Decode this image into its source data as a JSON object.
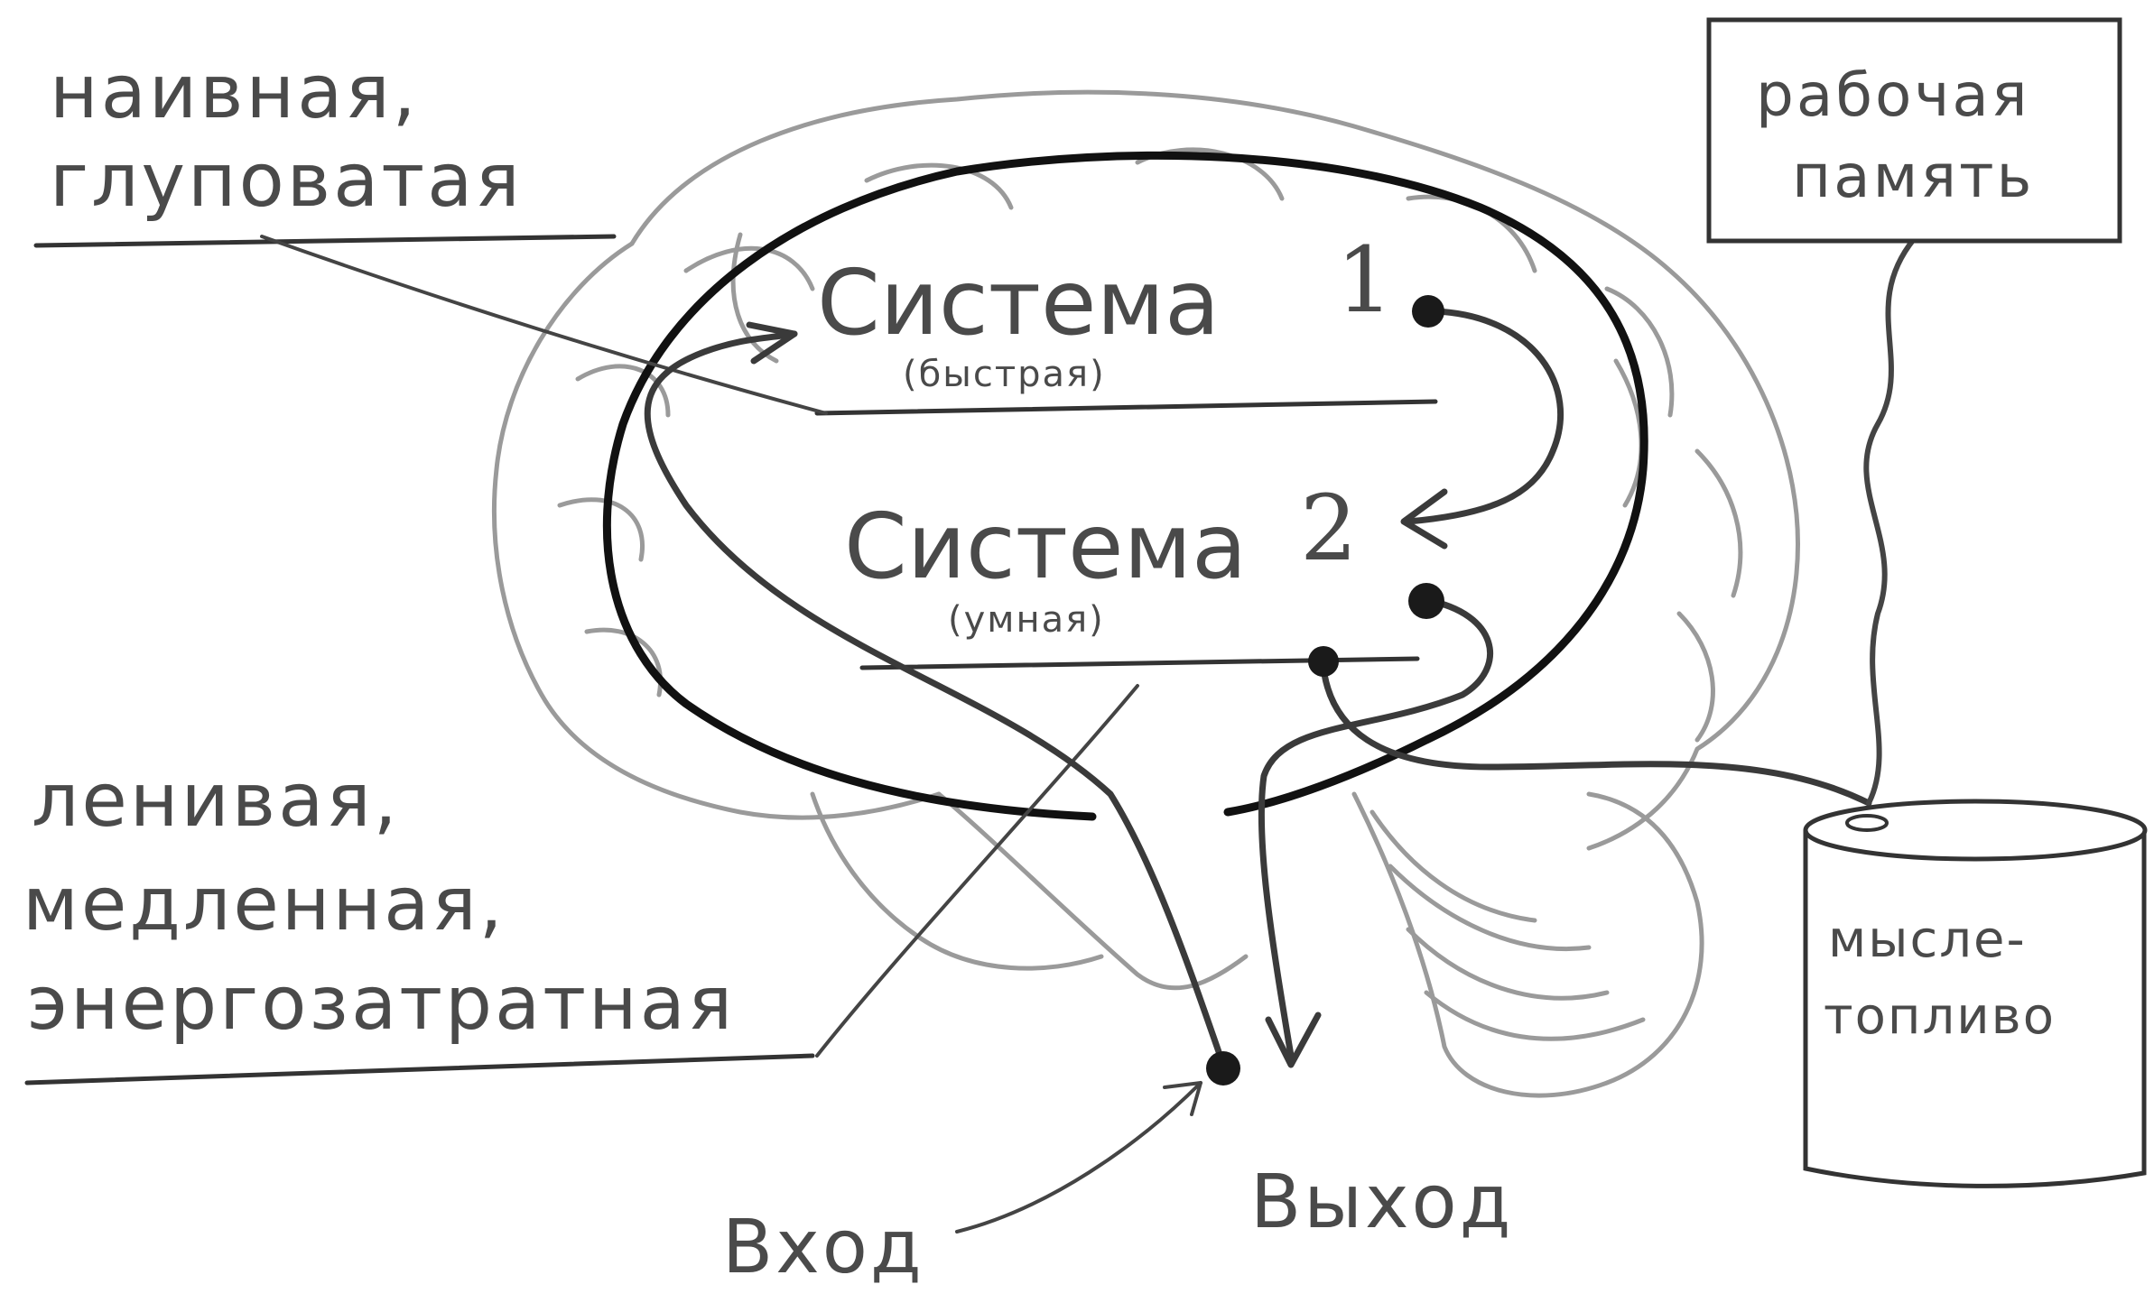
{
  "labels": {
    "naive_line1": "наивная,",
    "naive_line2": "глуповатая",
    "lazy_line1": "ленивая,",
    "lazy_line2": "медленная,",
    "lazy_line3": "энергозатратная",
    "system1": "Система",
    "system1_num": "1",
    "system1_sub": "(быстрая)",
    "system2": "Система",
    "system2_num": "2",
    "system2_sub": "(умная)",
    "working_memory_line1": "рабочая",
    "working_memory_line2": "память",
    "fuel_line1": "мысле-",
    "fuel_line2": "топливо",
    "input": "Вход",
    "output": "Выход"
  }
}
